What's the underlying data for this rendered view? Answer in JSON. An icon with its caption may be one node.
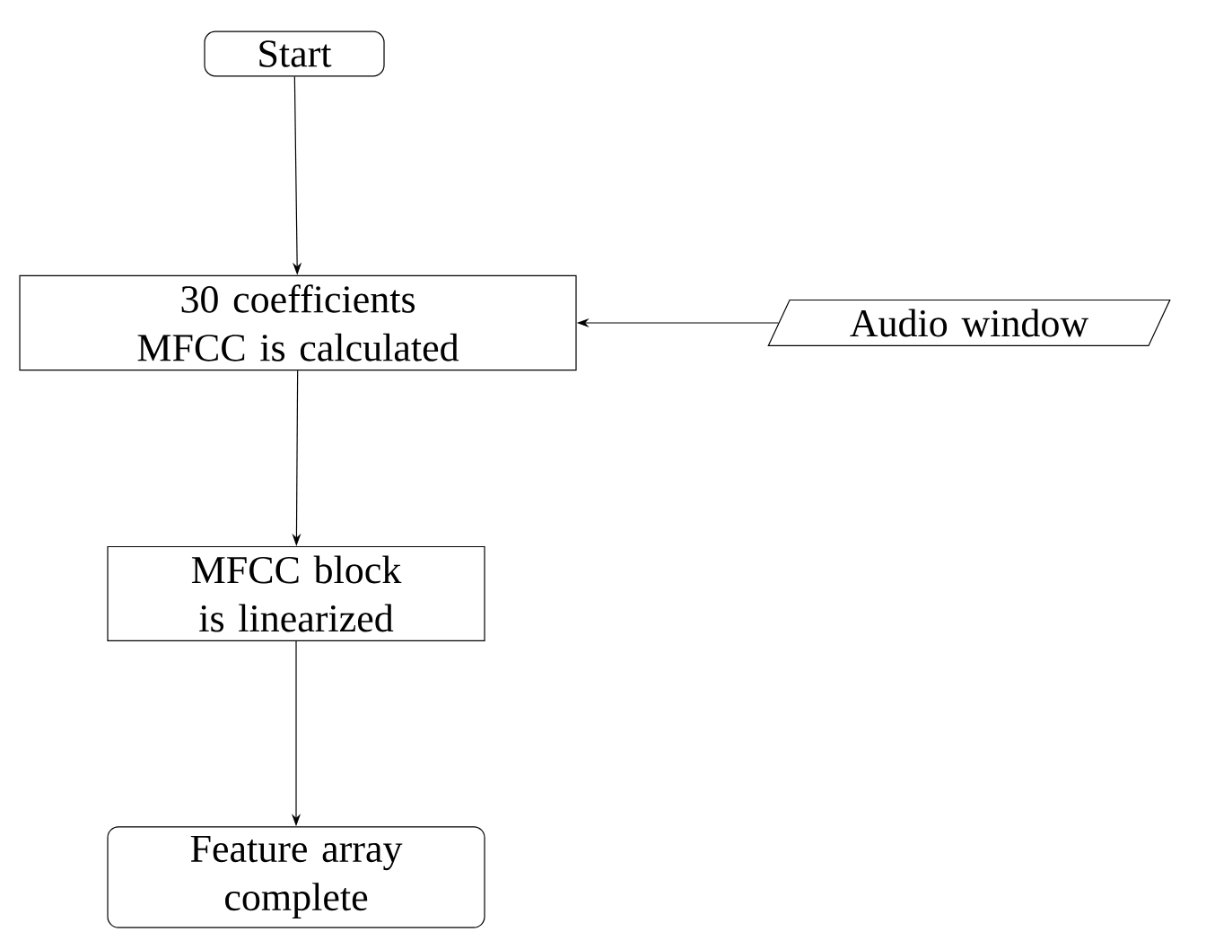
{
  "diagram": {
    "nodes": [
      {
        "text": [
          "Start"
        ]
      },
      {
        "text": [
          "30 coefficients MFCC is calculated"
        ]
      },
      {
        "text": [
          "Audio window"
        ]
      },
      {
        "text": [
          "MFCC block is linearized"
        ]
      },
      {
        "text": [
          "Feature array complete"
        ]
      }
    ],
    "edges": [
      {
        "from": 0,
        "to": 1,
        "arrow": "to"
      },
      {
        "from": 2,
        "to": 1,
        "arrow": "to"
      },
      {
        "from": 1,
        "to": 3,
        "arrow": "to"
      },
      {
        "from": 3,
        "to": 4,
        "arrow": "to"
      }
    ]
  }
}
